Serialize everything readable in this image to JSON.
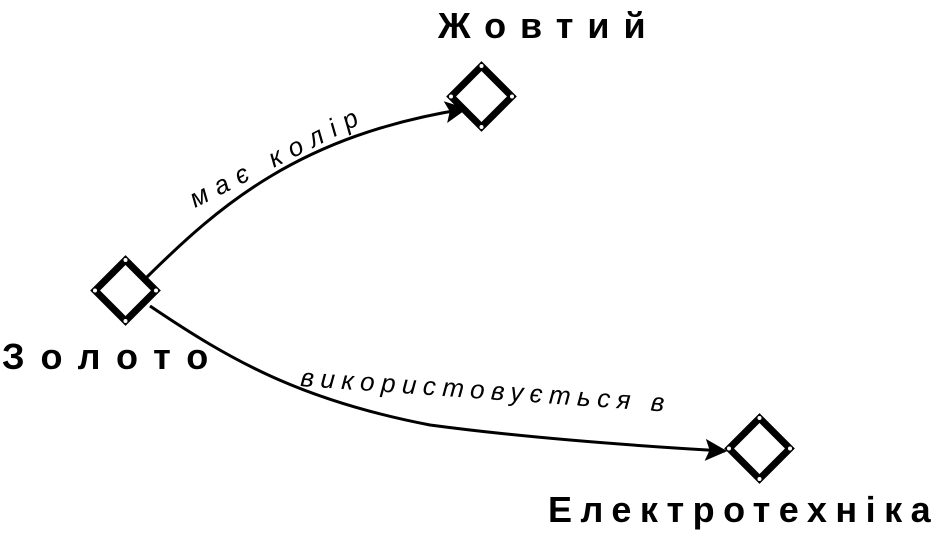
{
  "nodes": [
    {
      "id": "gold",
      "label": "Золото"
    },
    {
      "id": "yellow",
      "label": "Жовтий"
    },
    {
      "id": "electro",
      "label": "Електротехніка"
    }
  ],
  "edges": [
    {
      "from": "gold",
      "to": "yellow",
      "label": "має колір"
    },
    {
      "from": "gold",
      "to": "electro",
      "label": "використовується в"
    }
  ]
}
